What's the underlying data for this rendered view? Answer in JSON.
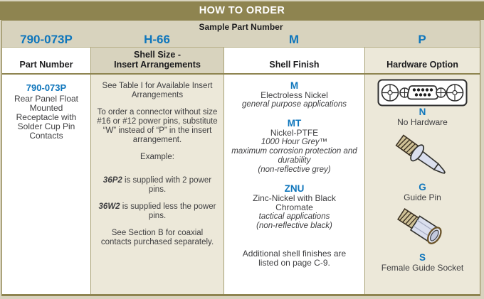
{
  "title": "HOW TO ORDER",
  "sample": {
    "label": "Sample Part Number",
    "codes": [
      "790-073P",
      "H-66",
      "M",
      "P"
    ]
  },
  "part_number": {
    "header": "Part Number",
    "code": "790-073P",
    "description": "Rear Panel Float Mounted Receptacle with Solder Cup Pin Contacts"
  },
  "shell_size": {
    "header_line1": "Shell Size -",
    "header_line2": "Insert Arrangements",
    "para1": "See Table I for Available Insert Arrangements",
    "para2": "To order a connector without size #16 or #12 power pins, substitute “W” instead of “P” in the insert arrangement.",
    "example_label": "Example:",
    "example1": {
      "code": "36P2",
      "text": " is supplied with 2 power pins."
    },
    "example2": {
      "code": "36W2",
      "text": " is supplied less the power pins."
    },
    "para3": "See Section B for coaxial contacts purchased separately."
  },
  "shell_finish": {
    "header": "Shell Finish",
    "options": [
      {
        "code": "M",
        "name": "Electroless Nickel",
        "notes": [
          "general purpose applications"
        ]
      },
      {
        "code": "MT",
        "name": "Nickel-PTFE",
        "notes": [
          "1000 Hour Grey™",
          "maximum corrosion protection and durability",
          "(non-reflective grey)"
        ]
      },
      {
        "code": "ZNU",
        "name": "Zinc-Nickel with Black Chromate",
        "notes": [
          "tactical applications",
          "(non-reflective black)"
        ]
      }
    ],
    "note": "Additional shell finishes are listed on page C-9."
  },
  "hardware": {
    "header": "Hardware Option",
    "options": [
      {
        "code": "N",
        "label": "No Hardware",
        "icon": "dsub-connector-face-icon"
      },
      {
        "code": "G",
        "label": "Guide Pin",
        "icon": "guide-pin-icon"
      },
      {
        "code": "S",
        "label": "Female Guide Socket",
        "icon": "female-guide-socket-icon"
      }
    ]
  },
  "colors": {
    "banner_olive": "#8e8450",
    "band_tan": "#d8d3be",
    "cell_cream": "#ece8d9",
    "accent_blue": "#0f76bc",
    "body_text": "#3f3f41"
  }
}
